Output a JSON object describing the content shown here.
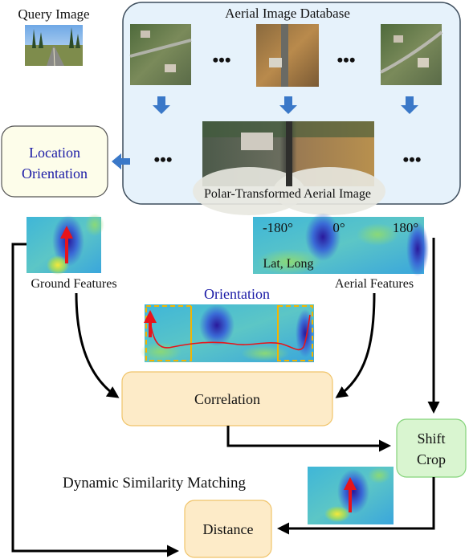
{
  "query": {
    "title": "Query Image"
  },
  "database": {
    "title": "Aerial Image Database",
    "ellipsis": "•••",
    "polar_caption": "Polar-Transformed Aerial Image"
  },
  "output": {
    "line1": "Location",
    "line2": "Orientation"
  },
  "ground": {
    "label": "Ground Features"
  },
  "aerial": {
    "label": "Aerial Features",
    "tick_left": "-180°",
    "tick_mid": "0°",
    "tick_right": "180°",
    "coords": "Lat, Long"
  },
  "orientation": {
    "title": "Orientation"
  },
  "correlation": {
    "label": "Correlation"
  },
  "shift_crop": {
    "line1": "Shift",
    "line2": "Crop"
  },
  "dsm": {
    "title": "Dynamic Similarity Matching"
  },
  "distance": {
    "label": "Distance"
  },
  "colors": {
    "db_fill": "#e6f2fb",
    "db_stroke": "#3d4d5c",
    "output_fill": "#fdfdea",
    "blue_text": "#1a1aa6",
    "orange_fill": "#fdebc8",
    "orange_stroke": "#f0c46a",
    "green_fill": "#d9f5d0",
    "green_stroke": "#84d37a",
    "arrow_blue": "#3a78c8",
    "feature_red": "#e8141a",
    "dash_orange": "#f4b400"
  }
}
